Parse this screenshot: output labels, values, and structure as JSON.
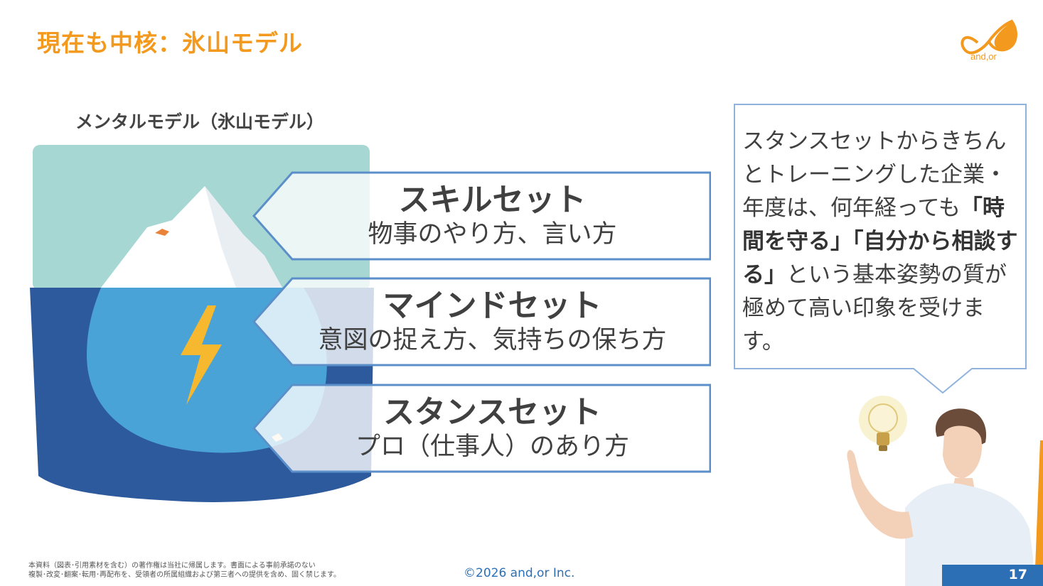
{
  "header": {
    "title": "現在も中核：氷山モデル",
    "logo_text": "and,or"
  },
  "diagram": {
    "title": "メンタルモデル（氷山モデル）",
    "bands": [
      {
        "heading": "スキルセット",
        "sub": "物事のやり方、言い方"
      },
      {
        "heading": "マインドセット",
        "sub": "意図の捉え方、気持ちの保ち方"
      },
      {
        "heading": "スタンスセット",
        "sub": "プロ（仕事人）のあり方"
      }
    ]
  },
  "callout": {
    "part1": "スタンスセットからきちんとトレーニングした企業・年度は、何年経っても",
    "bold1": "「時間を守る」「自分から相談する」",
    "part2": "という基本姿勢の質が極めて高い印象を受けます。"
  },
  "footer": {
    "note_line1": "本資料（図表･引用素材を含む）の著作権は当社に帰属します。書面による事前承諾のない",
    "note_line2": "複製･改変･翻案･転用･再配布を、受領者の所属組織および第三者への提供を含め、固く禁じます。",
    "copyright": "©2026 and,or Inc.",
    "page_number": "17"
  },
  "colors": {
    "title_orange": "#f39a1e",
    "band_border": "#5b8fc9",
    "sky": "#a7d7d3",
    "sea_dark": "#2d5a9c",
    "ice_under": "#4aa3d6",
    "footer_blue": "#2c6fb5"
  },
  "icons": [
    "lightning-icon",
    "lightbulb-icon",
    "andor-logo-icon"
  ]
}
